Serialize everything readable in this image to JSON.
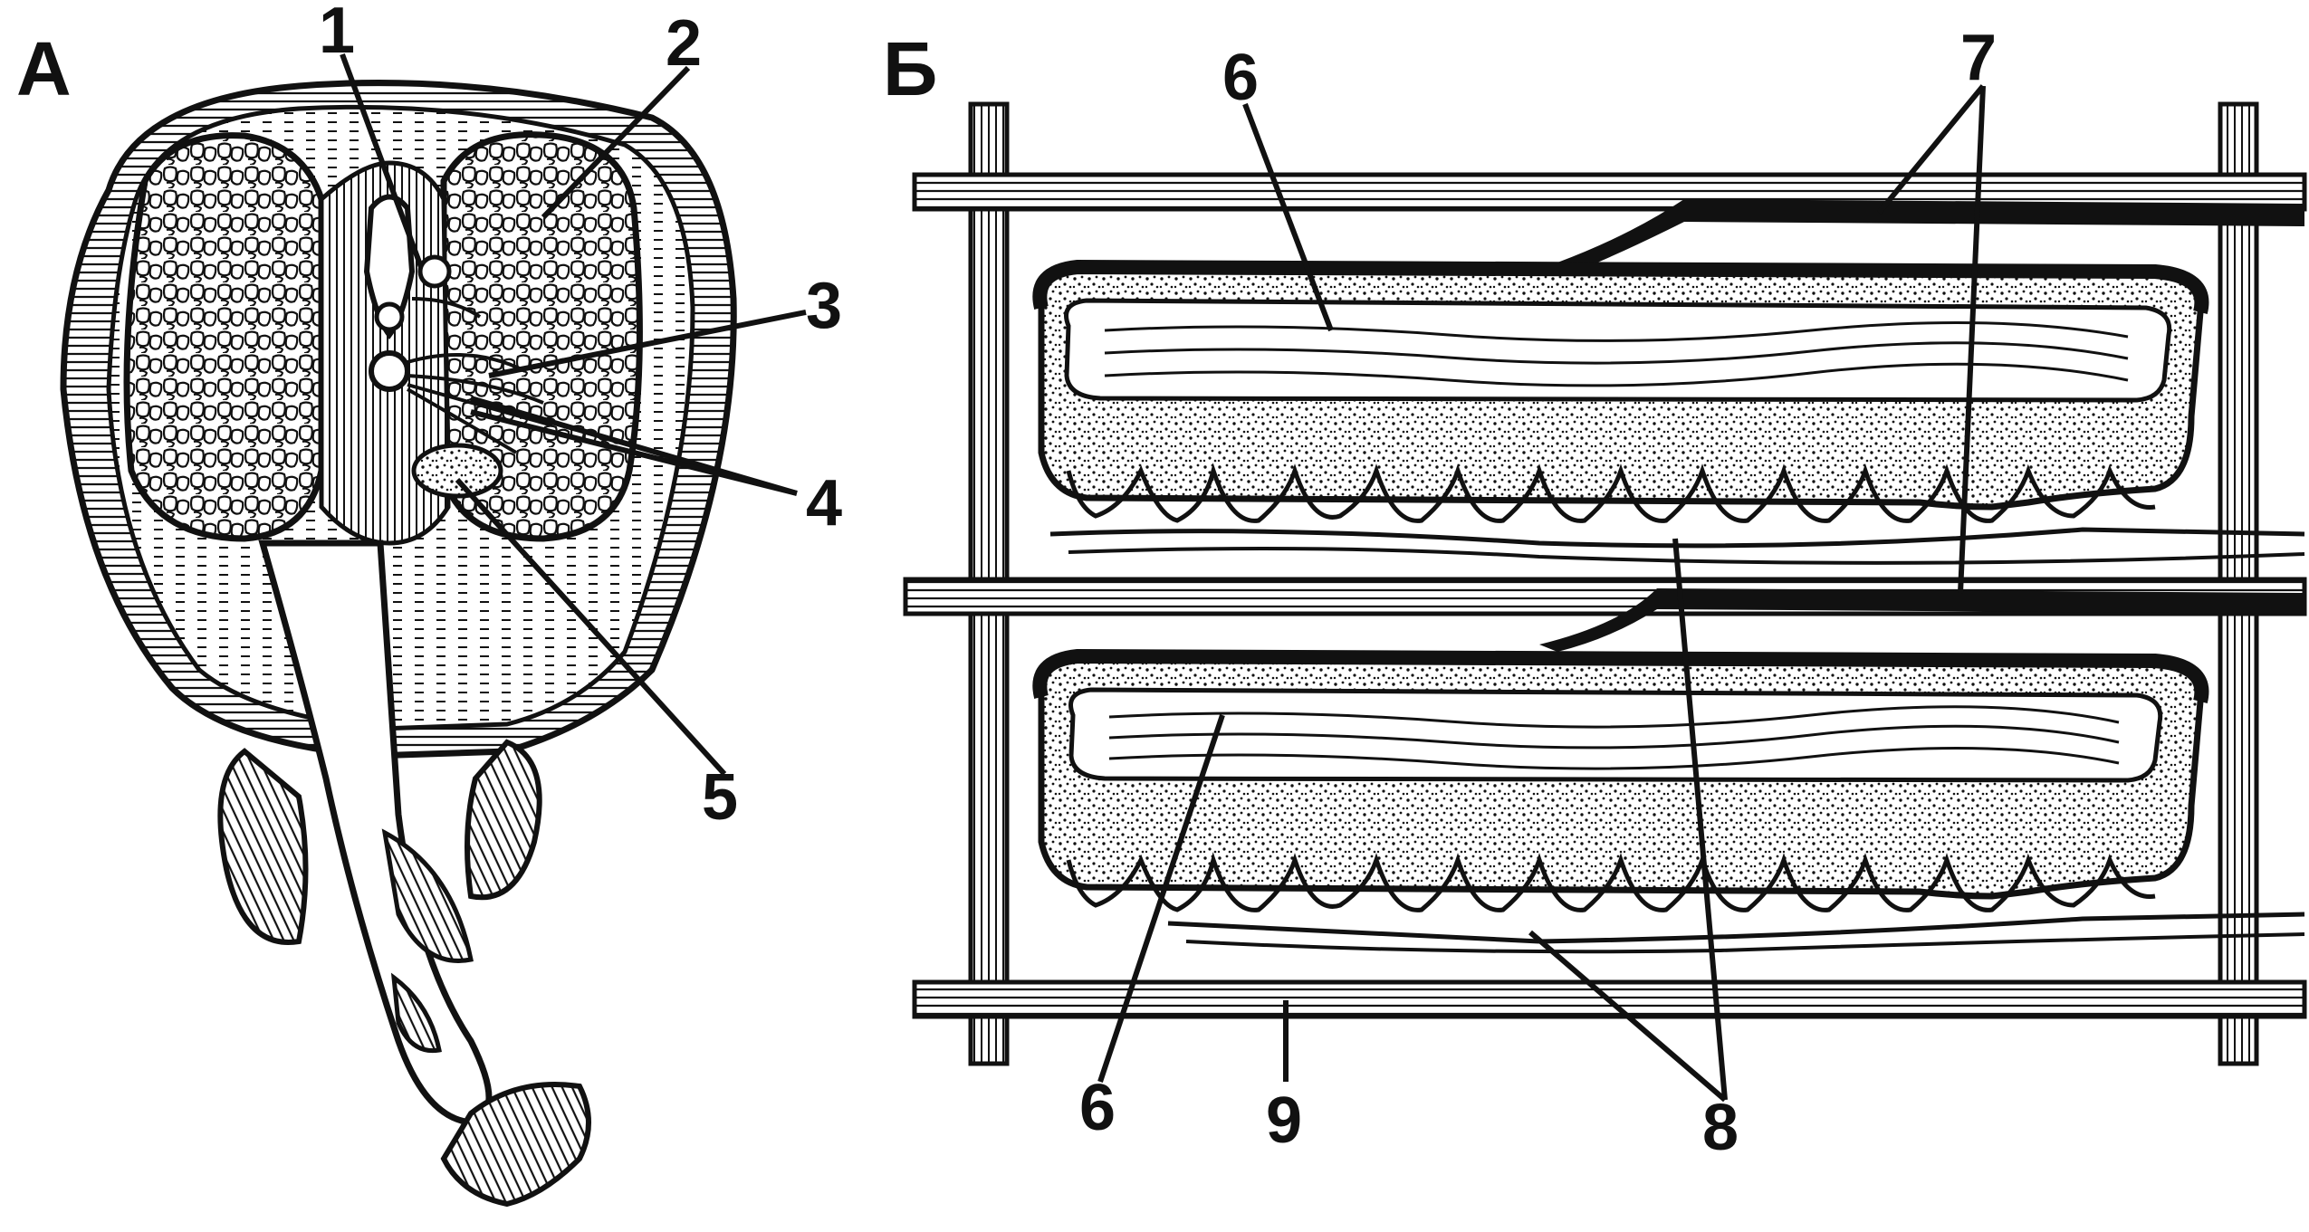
{
  "panels": {
    "a": {
      "letter": "А"
    },
    "b": {
      "letter": "Б"
    }
  },
  "labels": {
    "n1": "1",
    "n2": "2",
    "n3": "3",
    "n4": "4",
    "n5": "5",
    "n6_top": "6",
    "n6_bottom": "6",
    "n7": "7",
    "n8": "8",
    "n9": "9"
  },
  "colors": {
    "ink": "#111111",
    "paper": "#ffffff"
  }
}
